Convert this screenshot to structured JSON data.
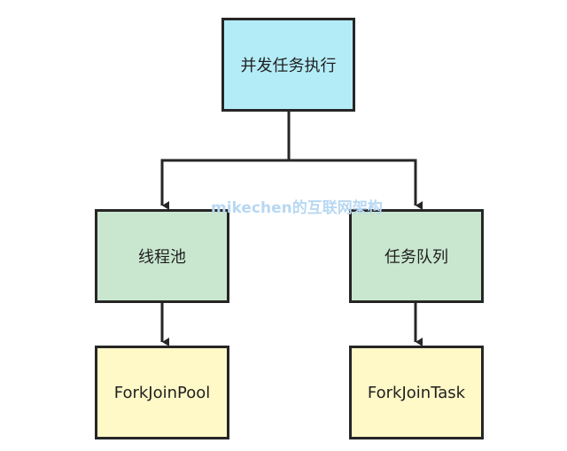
{
  "diagram": {
    "root": {
      "label": "并发任务执行"
    },
    "left": {
      "label": "线程池"
    },
    "right": {
      "label": "任务队列"
    },
    "left_leaf": {
      "label": "ForkJoinPool"
    },
    "right_leaf": {
      "label": "ForkJoinTask"
    }
  },
  "watermark": "mikechen的互联网架构",
  "colors": {
    "root_fill": "#b3ecf7",
    "middle_fill": "#c9e7cf",
    "leaf_fill": "#fff8c7",
    "stroke": "#262626",
    "watermark": "#b8d8f2"
  }
}
